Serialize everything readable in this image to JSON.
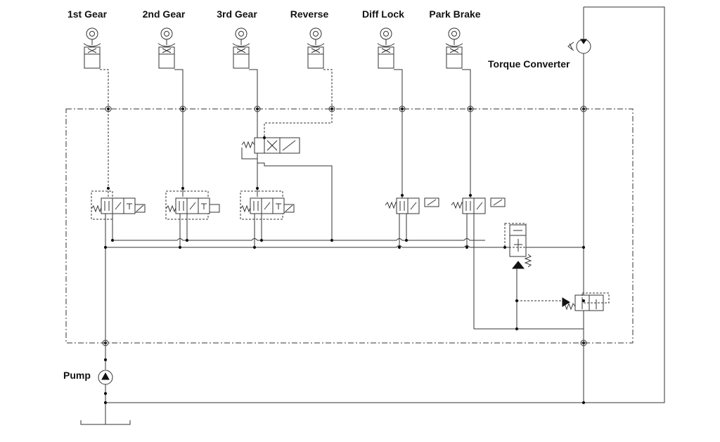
{
  "labels": {
    "gear1": "1st Gear",
    "gear2": "2nd Gear",
    "gear3": "3rd Gear",
    "reverse": "Reverse",
    "diff_lock": "Diff Lock",
    "park_brake": "Park Brake",
    "torque_converter": "Torque Converter",
    "pump": "Pump"
  },
  "colors": {
    "line": "#333333",
    "text": "#111111"
  },
  "icons": [
    "actuator-cylinder-icon",
    "solenoid-valve-icon",
    "relief-valve-icon",
    "pump-icon",
    "motor-icon",
    "reservoir-icon"
  ]
}
